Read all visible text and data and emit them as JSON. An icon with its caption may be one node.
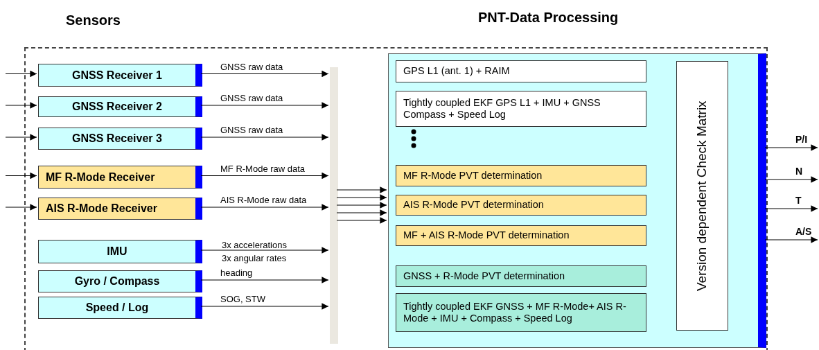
{
  "diagram": {
    "nodes": [
      {
        "text": [],
        "shape": "box"
      },
      {
        "text": [
          "GNSS Receiver 1"
        ],
        "in": 0
      },
      {
        "text": [
          "GNSS Receiver 2"
        ],
        "in": 0
      },
      {
        "text": [
          "GNSS Receiver 3"
        ],
        "in": 0
      },
      {
        "text": [
          "MF R-Mode Receiver"
        ],
        "in": 0
      },
      {
        "text": [
          "AIS R-Mode Receiver"
        ],
        "in": 0
      },
      {
        "text": [
          "IMU"
        ],
        "in": 0
      },
      {
        "text": [
          "Gyro / Compass"
        ],
        "in": 0
      },
      {
        "text": [
          "Speed / Log"
        ],
        "in": 0
      },
      {
        "text": [],
        "shape": "bar",
        "in": 0
      },
      {
        "text": [
          "PNT-Data Processing"
        ],
        "in": 0
      },
      {
        "text": [
          "GPS L1 (ant. 1) + RAIM"
        ],
        "in": 10
      },
      {
        "text": [
          "Tightly coupled EKF GPS L1 + IMU + GNSS Compass + Speed Log"
        ],
        "in": 10
      },
      {
        "text": [
          "MF R-Mode PVT determination"
        ],
        "in": 10
      },
      {
        "text": [
          "AIS R-Mode PVT determination"
        ],
        "in": 10
      },
      {
        "text": [
          "MF + AIS R-Mode PVT determination"
        ],
        "in": 10
      },
      {
        "text": [
          "GNSS + R-Mode PVT determination"
        ],
        "in": 10
      },
      {
        "text": [
          "Tightly coupled EKF GNSS + MF R-Mode+ AIS R-Mode + IMU + Compass + Speed Log"
        ],
        "in": 10
      },
      {
        "text": [
          "Version dependent Check Matrix"
        ],
        "in": 10
      }
    ],
    "edges": [
      {
        "from": null,
        "to": 1,
        "arrow": "to"
      },
      {
        "from": null,
        "to": 2,
        "arrow": "to"
      },
      {
        "from": null,
        "to": 3,
        "arrow": "to"
      },
      {
        "from": null,
        "to": 4,
        "arrow": "to"
      },
      {
        "from": null,
        "to": 5,
        "arrow": "to"
      },
      {
        "from": 1,
        "to": 9,
        "arrow": "to",
        "label": "GNSS raw data"
      },
      {
        "from": 2,
        "to": 9,
        "arrow": "to",
        "label": "GNSS raw data"
      },
      {
        "from": 3,
        "to": 9,
        "arrow": "to",
        "label": "GNSS raw data"
      },
      {
        "from": 4,
        "to": 9,
        "arrow": "to",
        "label": "MF R-Mode raw data"
      },
      {
        "from": 5,
        "to": 9,
        "arrow": "to",
        "label": "AIS R-Mode raw data"
      },
      {
        "from": 6,
        "to": 9,
        "arrow": "to",
        "label": "3x accelerations 3x angular rates"
      },
      {
        "from": 7,
        "to": 9,
        "arrow": "to",
        "label": "heading"
      },
      {
        "from": 8,
        "to": 9,
        "arrow": "to",
        "label": "SOG, STW"
      },
      {
        "from": 9,
        "to": 10,
        "arrow": "to"
      },
      {
        "from": 9,
        "to": 10,
        "arrow": "to"
      },
      {
        "from": 9,
        "to": 10,
        "arrow": "to"
      },
      {
        "from": 9,
        "to": 10,
        "arrow": "to"
      },
      {
        "from": 9,
        "to": 10,
        "arrow": "to"
      },
      {
        "from": 10,
        "to": null,
        "arrow": "to",
        "label": "P/I"
      },
      {
        "from": 10,
        "to": null,
        "arrow": "to",
        "label": "N"
      },
      {
        "from": 10,
        "to": null,
        "arrow": "to",
        "label": "T"
      },
      {
        "from": 10,
        "to": null,
        "arrow": "to",
        "label": "A/S"
      }
    ],
    "labels": [
      "Sensors"
    ]
  }
}
